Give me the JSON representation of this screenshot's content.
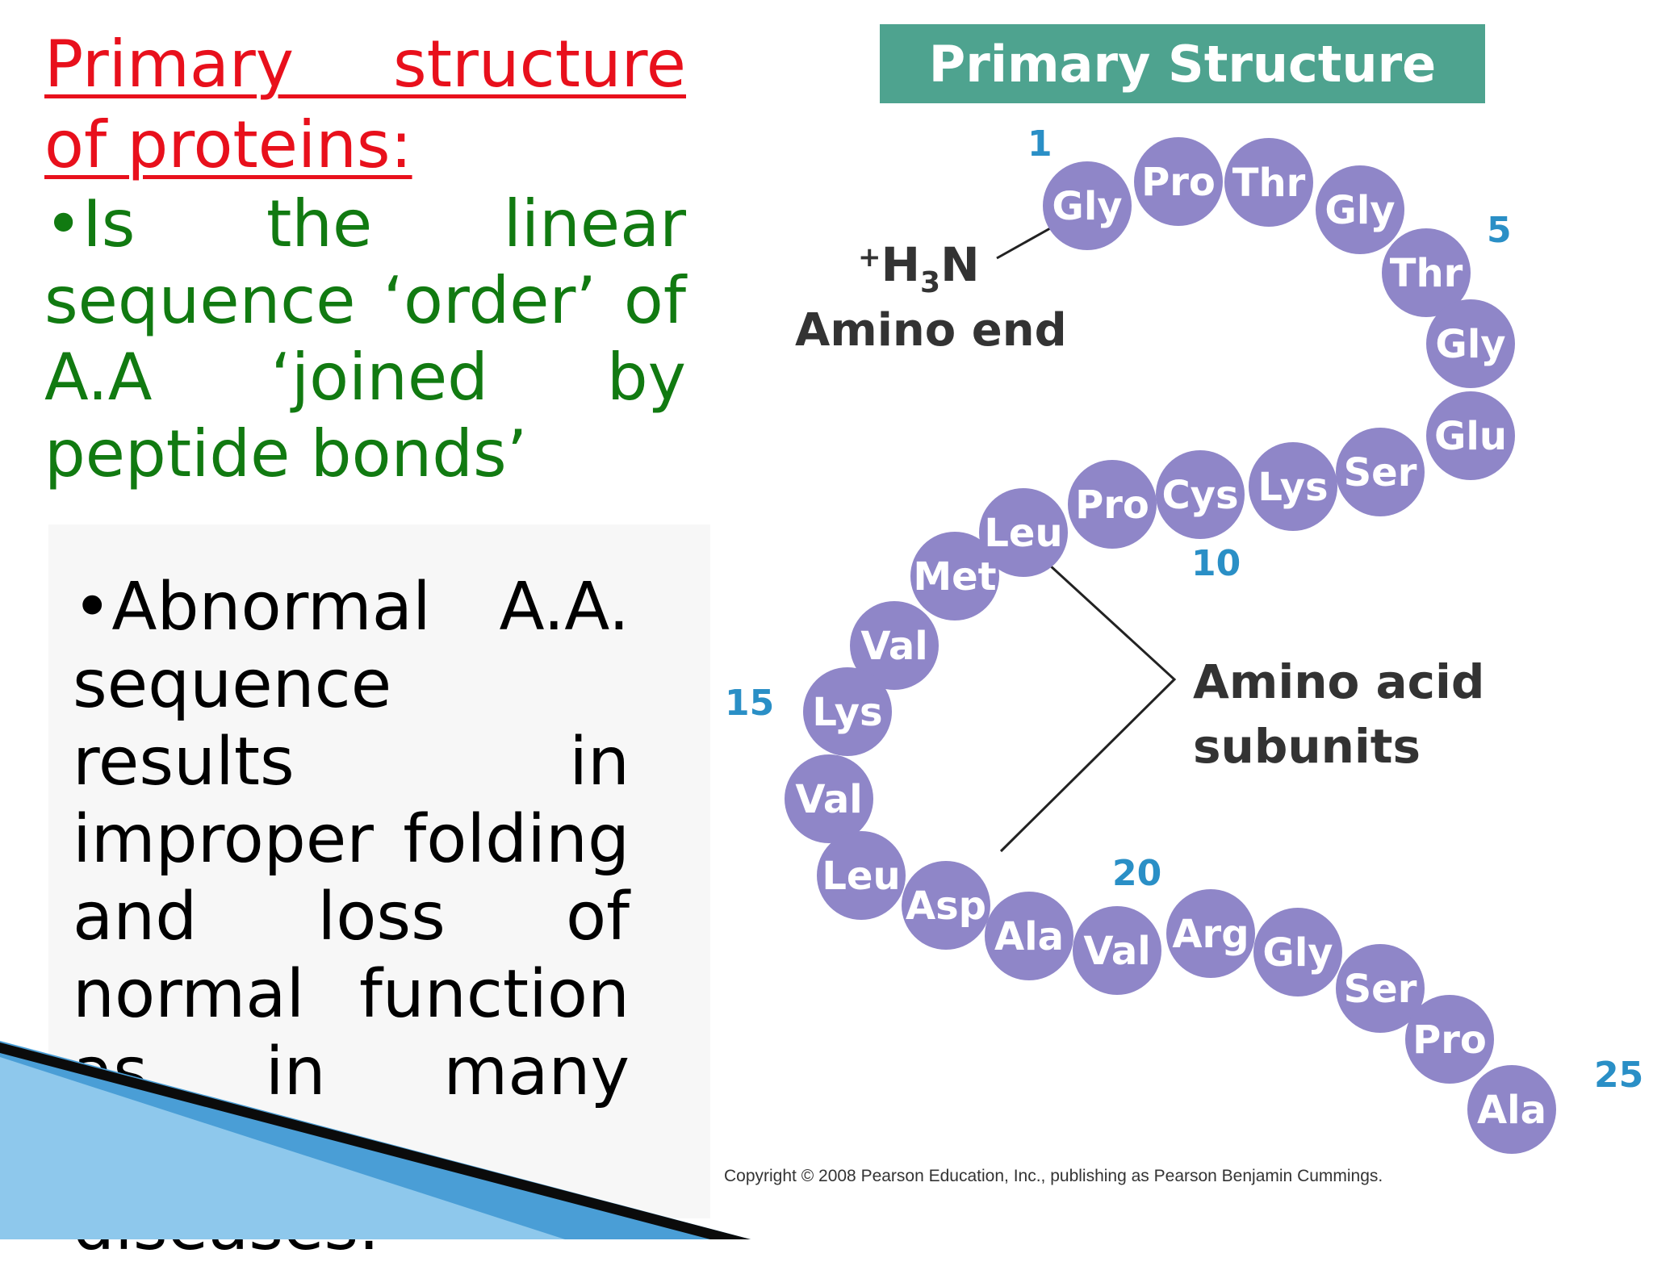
{
  "left": {
    "heading": "Primary structure of proteins:",
    "bullet_green": "•Is the linear sequence ‘order’ of A.A ‘joined by peptide bonds’",
    "bullet_black": "•Abnormal A.A. sequence results in improper folding and loss of normal function as in many genetic diseases."
  },
  "diagram": {
    "title": "Primary Structure",
    "amino_end_group": "+H3N",
    "amino_end_label": "Amino end",
    "subunits_label_line1": "Amino acid",
    "subunits_label_line2": "subunits",
    "residues": [
      "Gly",
      "Pro",
      "Thr",
      "Gly",
      "Thr",
      "Gly",
      "Glu",
      "Ser",
      "Lys",
      "Cys",
      "Pro",
      "Leu",
      "Met",
      "Val",
      "Lys",
      "Val",
      "Leu",
      "Asp",
      "Ala",
      "Val",
      "Arg",
      "Gly",
      "Ser",
      "Pro",
      "Ala"
    ],
    "number_labels": [
      "1",
      "5",
      "10",
      "15",
      "20",
      "25"
    ],
    "copyright": "Copyright © 2008 Pearson Education, Inc., publishing as Pearson Benjamin Cummings.",
    "colors": {
      "residue_fill": "#8f86c8",
      "residue_text": "#ffffff",
      "number_color": "#2a8fc6",
      "banner": "#4ea38f"
    }
  }
}
